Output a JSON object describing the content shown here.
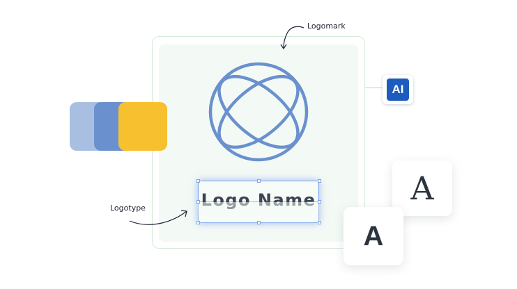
{
  "annotations": {
    "logomark": "Logomark",
    "logotype": "Logotype"
  },
  "logotype": {
    "text": "Logo Name"
  },
  "ai_badge": {
    "label": "AI",
    "color": "#1d5cbe"
  },
  "swatches": [
    {
      "color": "#a9bfe2"
    },
    {
      "color": "#6a91cd"
    },
    {
      "color": "#f7c02f"
    }
  ],
  "font_samples": {
    "serif_glyph": "A",
    "sans_glyph": "A"
  },
  "colors": {
    "logomark_stroke": "#6a91cd",
    "selection": "#7da2ec",
    "artboard_fill": "#f3faf5"
  }
}
